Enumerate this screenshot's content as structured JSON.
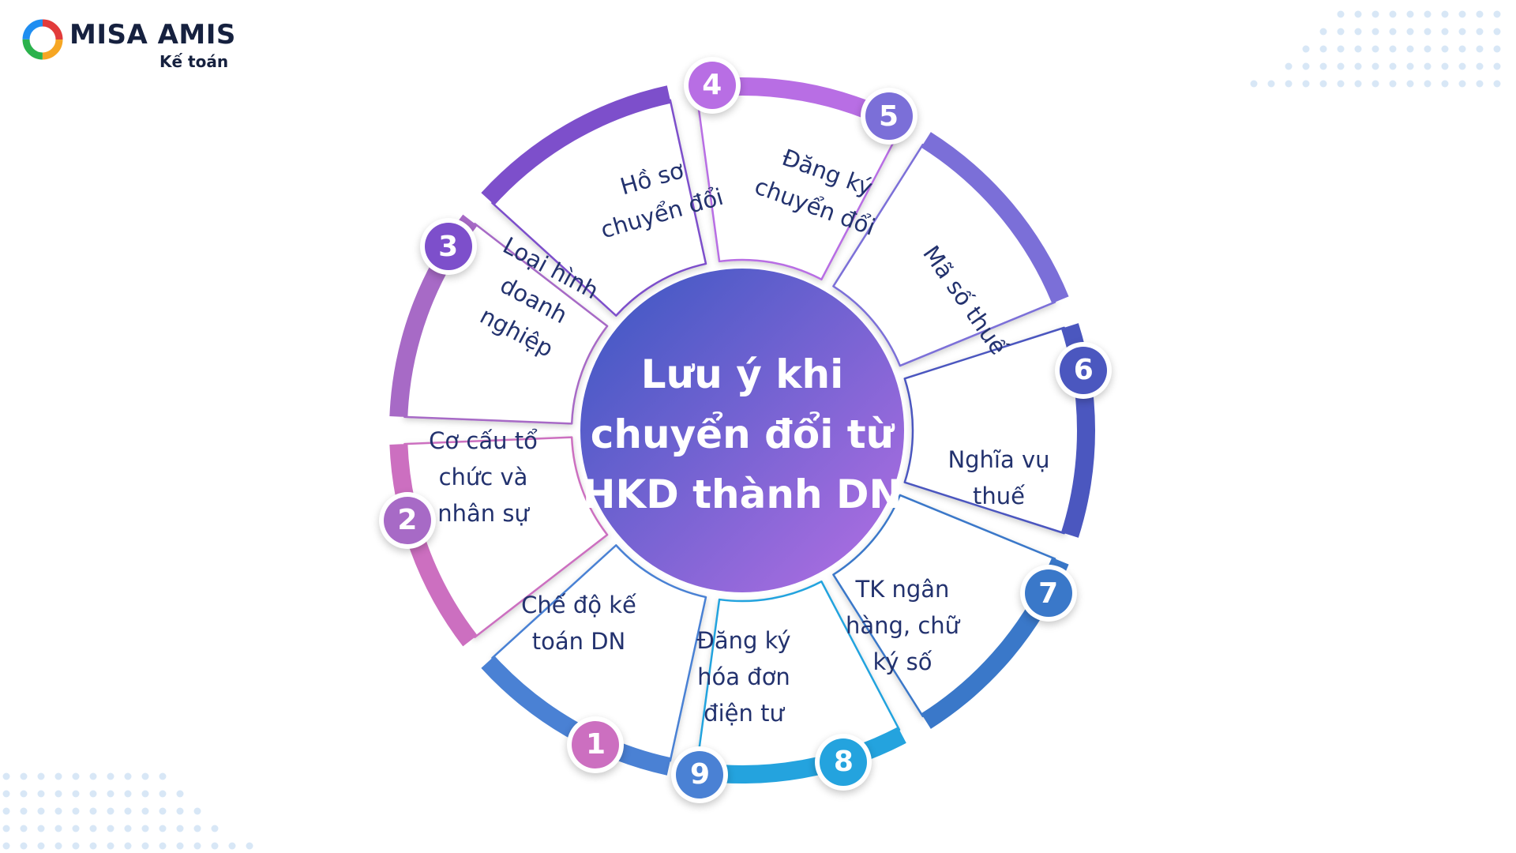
{
  "brand": {
    "name": "MISA AMIS",
    "product": "Kế toán"
  },
  "center_title": "Lưu ý khi chuyển đổi từ HKD thành DN",
  "segments": [
    {
      "number": "1",
      "label": "Loại hình doanh nghiệp",
      "color": "#cc6fc0"
    },
    {
      "number": "2",
      "label": "Hồ sơ chuyển đổi",
      "color": "#a76ac6"
    },
    {
      "number": "3",
      "label": "Đăng ký chuyển đổi",
      "color": "#7d4fcb"
    },
    {
      "number": "4",
      "label": "Mã số thuế",
      "color": "#b86ee4"
    },
    {
      "number": "5",
      "label": "Nghĩa vụ thuế",
      "color": "#7b6fd8"
    },
    {
      "number": "6",
      "label": "TK ngân hàng, chữ ký số",
      "color": "#4b57bf"
    },
    {
      "number": "7",
      "label": "Đăng ký hóa đơn điện tư",
      "color": "#3a78c9"
    },
    {
      "number": "8",
      "label": "Chế độ kế toán DN",
      "color": "#24a3de"
    },
    {
      "number": "9",
      "label": "Cơ cấu tổ chức và nhân sự",
      "color": "#4a81d4"
    }
  ],
  "colors": {
    "center_start": "#3f58c6",
    "center_end": "#b06ee0",
    "label_text": "#23326e"
  }
}
